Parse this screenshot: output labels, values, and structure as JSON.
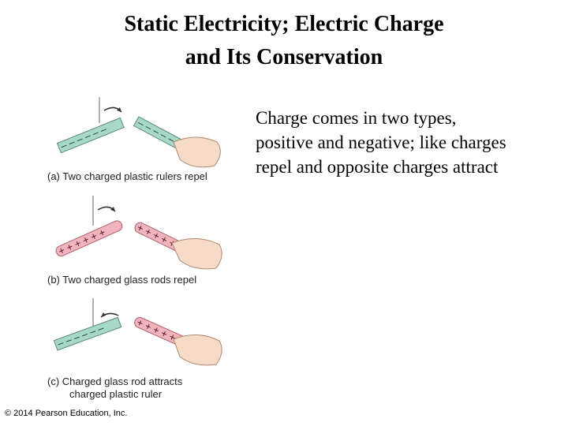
{
  "slide": {
    "title_line1": "Static Electricity; Electric Charge",
    "title_line2": "and Its Conservation",
    "body": "Charge comes in two types, positive and negative; like charges repel and opposite charges attract",
    "copyright": "© 2014 Pearson Education, Inc."
  },
  "figure": {
    "panels": [
      {
        "caption": "(a) Two charged plastic rulers repel"
      },
      {
        "caption": "(b) Two charged glass rods repel"
      },
      {
        "caption_line1": "(c) Charged glass rod attracts",
        "caption_line2": "charged plastic ruler"
      }
    ],
    "colors": {
      "ruler": "#a8d8c8",
      "glass_rod": "#f0b4bc",
      "hand": "#f6dcc8"
    }
  }
}
